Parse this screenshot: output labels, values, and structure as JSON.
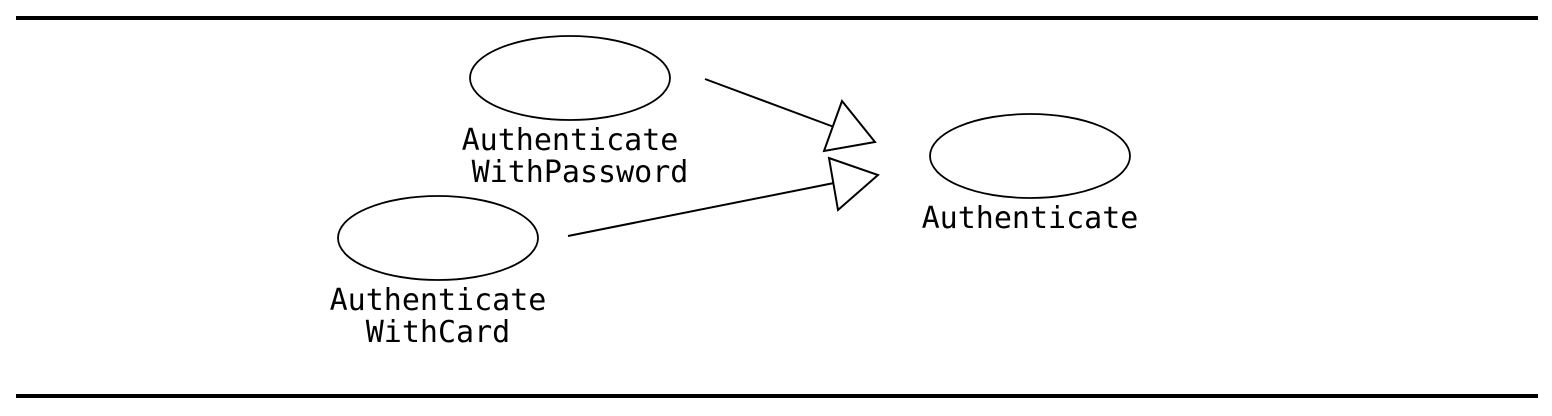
{
  "diagram": {
    "type": "uml-use-case-generalization",
    "use_cases": {
      "password": {
        "lines": [
          "Authenticate",
          "WithPassword"
        ]
      },
      "card": {
        "lines": [
          "Authenticate",
          "WithCard"
        ]
      },
      "parent": {
        "lines": [
          "Authenticate"
        ]
      }
    },
    "relationships": [
      {
        "kind": "generalization",
        "from": "password",
        "to": "parent"
      },
      {
        "kind": "generalization",
        "from": "card",
        "to": "parent"
      }
    ],
    "colors": {
      "stroke": "#000000",
      "background": "#ffffff"
    }
  }
}
